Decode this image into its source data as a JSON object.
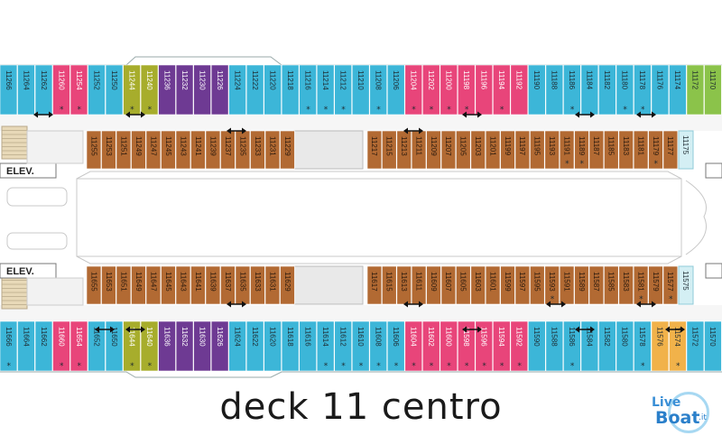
{
  "caption": "deck 11 centro",
  "logo": {
    "word1": "Live",
    "word2": "Boat",
    "suffix": ".it"
  },
  "elevator_label": "ELEV.",
  "colors": {
    "cyan": "#3cb6d8",
    "pink": "#e8457a",
    "olive": "#a7ad2c",
    "purple": "#6e3a93",
    "brown": "#b26a33",
    "green": "#8bc34a",
    "orange": "#f1b24a",
    "light_cyan": "#d4eff4",
    "gray": "#e9e9e9"
  },
  "top_outer": [
    {
      "n": "11266",
      "c": "cyan"
    },
    {
      "n": "11264",
      "c": "cyan"
    },
    {
      "n": "11262",
      "c": "cyan"
    },
    {
      "n": "11260",
      "c": "pink",
      "s": true
    },
    {
      "n": "11254",
      "c": "pink",
      "s": true
    },
    {
      "n": "11252",
      "c": "cyan"
    },
    {
      "n": "11250",
      "c": "cyan"
    },
    {
      "n": "11244",
      "c": "olive",
      "s": true
    },
    {
      "n": "11240",
      "c": "olive",
      "s": true
    },
    {
      "n": "11236",
      "c": "purple"
    },
    {
      "n": "11232",
      "c": "purple"
    },
    {
      "n": "11230",
      "c": "purple"
    },
    {
      "n": "11226",
      "c": "purple"
    },
    {
      "n": "11224",
      "c": "cyan"
    },
    {
      "n": "11222",
      "c": "cyan"
    },
    {
      "n": "11220",
      "c": "cyan"
    },
    {
      "n": "11218",
      "c": "cyan"
    },
    {
      "n": "11216",
      "c": "cyan",
      "s": true
    },
    {
      "n": "11214",
      "c": "cyan",
      "s": true
    },
    {
      "n": "11212",
      "c": "cyan",
      "s": true
    },
    {
      "n": "11210",
      "c": "cyan"
    },
    {
      "n": "11208",
      "c": "cyan",
      "s": true
    },
    {
      "n": "11206",
      "c": "cyan"
    },
    {
      "n": "11204",
      "c": "pink",
      "s": true
    },
    {
      "n": "11202",
      "c": "pink",
      "s": true
    },
    {
      "n": "11200",
      "c": "pink",
      "s": true
    },
    {
      "n": "11198",
      "c": "pink",
      "s": true
    },
    {
      "n": "11196",
      "c": "pink"
    },
    {
      "n": "11194",
      "c": "pink",
      "s": true
    },
    {
      "n": "11192",
      "c": "pink"
    },
    {
      "n": "11190",
      "c": "cyan"
    },
    {
      "n": "11188",
      "c": "cyan"
    },
    {
      "n": "11186",
      "c": "cyan",
      "s": true
    },
    {
      "n": "11184",
      "c": "cyan"
    },
    {
      "n": "11182",
      "c": "cyan"
    },
    {
      "n": "11180",
      "c": "cyan",
      "s": true
    },
    {
      "n": "11178",
      "c": "cyan",
      "s": true
    },
    {
      "n": "11176",
      "c": "cyan"
    },
    {
      "n": "11174",
      "c": "cyan"
    },
    {
      "n": "11172",
      "c": "green"
    },
    {
      "n": "11170",
      "c": "green"
    }
  ],
  "top_inner_left": [
    {
      "n": "11255"
    },
    {
      "n": "11253"
    },
    {
      "n": "11251"
    },
    {
      "n": "11249"
    },
    {
      "n": "11247"
    },
    {
      "n": "11245"
    },
    {
      "n": "11243"
    },
    {
      "n": "11241"
    },
    {
      "n": "11239"
    },
    {
      "n": "11237"
    },
    {
      "n": "11235"
    },
    {
      "n": "11233"
    },
    {
      "n": "11231"
    },
    {
      "n": "11229"
    }
  ],
  "top_inner_right": [
    {
      "n": "11217"
    },
    {
      "n": "11215"
    },
    {
      "n": "11213"
    },
    {
      "n": "11211"
    },
    {
      "n": "11209"
    },
    {
      "n": "11207"
    },
    {
      "n": "11205"
    },
    {
      "n": "11203"
    },
    {
      "n": "11201"
    },
    {
      "n": "11199"
    },
    {
      "n": "11197"
    },
    {
      "n": "11195"
    },
    {
      "n": "11193"
    },
    {
      "n": "11191",
      "s": true
    },
    {
      "n": "11189",
      "s": true
    },
    {
      "n": "11187"
    },
    {
      "n": "11185"
    },
    {
      "n": "11183"
    },
    {
      "n": "11181"
    },
    {
      "n": "11179",
      "s": true
    },
    {
      "n": "11177"
    }
  ],
  "top_inner_end": "11175",
  "bottom_inner_left": [
    {
      "n": "11655"
    },
    {
      "n": "11653"
    },
    {
      "n": "11651"
    },
    {
      "n": "11649"
    },
    {
      "n": "11647"
    },
    {
      "n": "11645"
    },
    {
      "n": "11643"
    },
    {
      "n": "11641"
    },
    {
      "n": "11639"
    },
    {
      "n": "11637"
    },
    {
      "n": "11635"
    },
    {
      "n": "11633"
    },
    {
      "n": "11631"
    },
    {
      "n": "11629"
    }
  ],
  "bottom_inner_right": [
    {
      "n": "11617"
    },
    {
      "n": "11615"
    },
    {
      "n": "11613"
    },
    {
      "n": "11611"
    },
    {
      "n": "11609"
    },
    {
      "n": "11607"
    },
    {
      "n": "11605"
    },
    {
      "n": "11603"
    },
    {
      "n": "11601"
    },
    {
      "n": "11599"
    },
    {
      "n": "11597"
    },
    {
      "n": "11595"
    },
    {
      "n": "11593",
      "s": true
    },
    {
      "n": "11591"
    },
    {
      "n": "11589"
    },
    {
      "n": "11587"
    },
    {
      "n": "11585"
    },
    {
      "n": "11583"
    },
    {
      "n": "11581",
      "s": true
    },
    {
      "n": "11579"
    },
    {
      "n": "11577",
      "s": true
    }
  ],
  "bottom_inner_end": "11575",
  "bottom_outer": [
    {
      "n": "11666",
      "c": "cyan",
      "s": true
    },
    {
      "n": "11664",
      "c": "cyan"
    },
    {
      "n": "11662",
      "c": "cyan"
    },
    {
      "n": "11660",
      "c": "pink",
      "s": true
    },
    {
      "n": "11654",
      "c": "pink",
      "s": true
    },
    {
      "n": "11652",
      "c": "cyan"
    },
    {
      "n": "11650",
      "c": "cyan"
    },
    {
      "n": "11644",
      "c": "olive",
      "s": true
    },
    {
      "n": "11640",
      "c": "olive",
      "s": true
    },
    {
      "n": "11636",
      "c": "purple"
    },
    {
      "n": "11632",
      "c": "purple"
    },
    {
      "n": "11630",
      "c": "purple"
    },
    {
      "n": "11626",
      "c": "purple"
    },
    {
      "n": "11624",
      "c": "cyan"
    },
    {
      "n": "11622",
      "c": "cyan"
    },
    {
      "n": "11620",
      "c": "cyan"
    },
    {
      "n": "11618",
      "c": "cyan"
    },
    {
      "n": "11616",
      "c": "cyan"
    },
    {
      "n": "11614",
      "c": "cyan",
      "s": true
    },
    {
      "n": "11612",
      "c": "cyan",
      "s": true
    },
    {
      "n": "11610",
      "c": "cyan",
      "s": true
    },
    {
      "n": "11608",
      "c": "cyan",
      "s": true
    },
    {
      "n": "11606",
      "c": "cyan",
      "s": true
    },
    {
      "n": "11604",
      "c": "pink",
      "s": true
    },
    {
      "n": "11602",
      "c": "pink",
      "s": true
    },
    {
      "n": "11600",
      "c": "pink",
      "s": true
    },
    {
      "n": "11598",
      "c": "pink",
      "s": true
    },
    {
      "n": "11596",
      "c": "pink",
      "s": true
    },
    {
      "n": "11594",
      "c": "pink",
      "s": true
    },
    {
      "n": "11592",
      "c": "pink",
      "s": true
    },
    {
      "n": "11590",
      "c": "cyan"
    },
    {
      "n": "11588",
      "c": "cyan"
    },
    {
      "n": "11586",
      "c": "cyan",
      "s": true
    },
    {
      "n": "11584",
      "c": "cyan"
    },
    {
      "n": "11582",
      "c": "cyan"
    },
    {
      "n": "11580",
      "c": "cyan"
    },
    {
      "n": "11578",
      "c": "cyan",
      "s": true
    },
    {
      "n": "11576",
      "c": "orange"
    },
    {
      "n": "11574",
      "c": "orange",
      "s": true
    },
    {
      "n": "11572",
      "c": "cyan"
    },
    {
      "n": "11570",
      "c": "cyan"
    }
  ]
}
